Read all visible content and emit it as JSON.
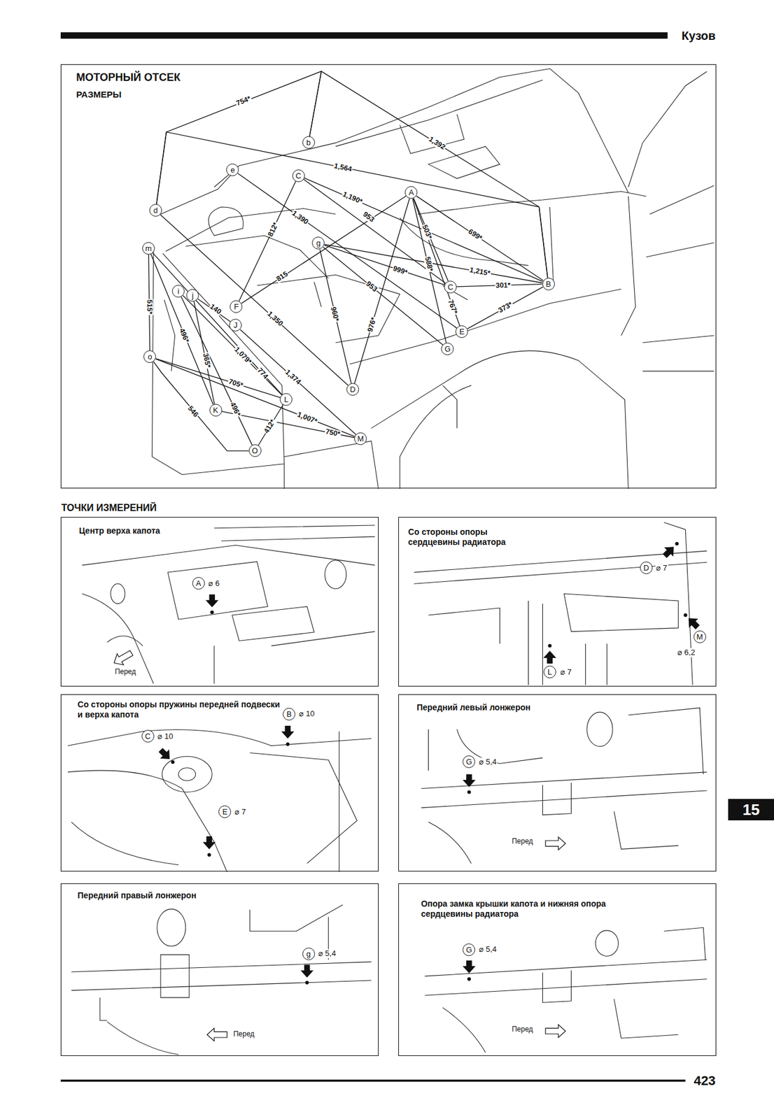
{
  "diagram": {
    "nodes": [
      {
        "text": [
          "МОТОРНЫЙ ОТСЕК",
          "РАЗМЕРЫ"
        ]
      },
      {
        "text": [
          "b"
        ],
        "in": 0
      },
      {
        "text": [
          "e"
        ],
        "in": 0
      },
      {
        "text": [
          "C"
        ],
        "in": 0
      },
      {
        "text": [
          "A"
        ],
        "in": 0
      },
      {
        "text": [
          "d"
        ],
        "in": 0
      },
      {
        "text": [
          "g"
        ],
        "in": 0
      },
      {
        "text": [
          "m"
        ],
        "in": 0
      },
      {
        "text": [
          "B"
        ],
        "in": 0
      },
      {
        "text": [
          "C"
        ],
        "in": 0
      },
      {
        "text": [
          "i"
        ],
        "in": 0
      },
      {
        "text": [
          "j"
        ],
        "in": 0
      },
      {
        "text": [
          "F"
        ],
        "in": 0
      },
      {
        "text": [
          "J"
        ],
        "in": 0
      },
      {
        "text": [
          "E"
        ],
        "in": 0
      },
      {
        "text": [
          "G"
        ],
        "in": 0
      },
      {
        "text": [
          "o"
        ],
        "in": 0
      },
      {
        "text": [
          "D"
        ],
        "in": 0
      },
      {
        "text": [
          "L"
        ],
        "in": 0
      },
      {
        "text": [
          "K"
        ],
        "in": 0
      },
      {
        "text": [
          "M"
        ],
        "in": 0
      },
      {
        "text": [
          "O"
        ],
        "in": 0
      },
      {
        "text": [
          "Центр верха капота"
        ]
      },
      {
        "text": [
          "A"
        ],
        "in": 22
      },
      {
        "text": [
          "Со стороны опоры сердцевины радиатора"
        ]
      },
      {
        "text": [
          "D"
        ],
        "in": 24
      },
      {
        "text": [
          "M"
        ],
        "in": 24
      },
      {
        "text": [
          "L"
        ],
        "in": 24
      },
      {
        "text": [
          "Со стороны опоры пружины передней подвески и верха капота"
        ]
      },
      {
        "text": [
          "B"
        ],
        "in": 28
      },
      {
        "text": [
          "C"
        ],
        "in": 28
      },
      {
        "text": [
          "E"
        ],
        "in": 28
      },
      {
        "text": [
          "Передний левый лонжерон"
        ]
      },
      {
        "text": [
          "G"
        ],
        "in": 32
      },
      {
        "text": [
          "Передний правый лонжерон"
        ]
      },
      {
        "text": [
          "g"
        ],
        "in": 34
      },
      {
        "text": [
          "Опора замка крышки капота и нижняя опора сердцевины радиатора"
        ]
      },
      {
        "text": [
          "G"
        ],
        "in": 36
      },
      {
        "text": [
          "15"
        ]
      }
    ],
    "edges": [
      {
        "from": 5,
        "to": 1,
        "arrow": "none",
        "label": "754*"
      },
      {
        "from": 1,
        "to": 8,
        "arrow": "none",
        "label": "1,392"
      },
      {
        "from": 5,
        "to": 8,
        "arrow": "none",
        "label": "1,564"
      },
      {
        "from": 3,
        "to": 8,
        "arrow": "none",
        "label": "1,190*"
      },
      {
        "from": 3,
        "to": 9,
        "arrow": "none",
        "label": "953"
      },
      {
        "from": 4,
        "to": 8,
        "arrow": "none",
        "label": "699*"
      },
      {
        "from": 3,
        "to": 12,
        "arrow": "none",
        "label": "812*"
      },
      {
        "from": 2,
        "to": 14,
        "arrow": "none",
        "label": "1,390"
      },
      {
        "from": 12,
        "to": 4,
        "arrow": "none",
        "label": "815"
      },
      {
        "from": 6,
        "to": 9,
        "arrow": "none",
        "label": "999*"
      },
      {
        "from": 6,
        "to": 8,
        "arrow": "none",
        "label": "1,215*"
      },
      {
        "from": 4,
        "to": 9,
        "arrow": "none",
        "label": "503*"
      },
      {
        "from": 6,
        "to": 15,
        "arrow": "none",
        "label": "953"
      },
      {
        "from": 4,
        "to": 15,
        "arrow": "none",
        "label": "588*"
      },
      {
        "from": 9,
        "to": 8,
        "arrow": "none",
        "label": "301*"
      },
      {
        "from": 4,
        "to": 14,
        "arrow": "none",
        "label": "767*"
      },
      {
        "from": 14,
        "to": 8,
        "arrow": "none",
        "label": "373*"
      },
      {
        "from": 6,
        "to": 17,
        "arrow": "none",
        "label": "960*"
      },
      {
        "from": 4,
        "to": 17,
        "arrow": "none",
        "label": "976*"
      },
      {
        "from": 5,
        "to": 17,
        "arrow": "none",
        "label": "1,350"
      },
      {
        "from": 7,
        "to": 16,
        "arrow": "none",
        "label": "515*"
      },
      {
        "from": 11,
        "to": 13,
        "arrow": "none",
        "label": "140"
      },
      {
        "from": 10,
        "to": 18,
        "arrow": "none",
        "label": "1,079*"
      },
      {
        "from": 13,
        "to": 20,
        "arrow": "none",
        "label": "1,374"
      },
      {
        "from": 7,
        "to": 19,
        "arrow": "none",
        "label": "496*"
      },
      {
        "from": 11,
        "to": 19,
        "arrow": "none",
        "label": "365*"
      },
      {
        "from": 7,
        "to": 18,
        "arrow": "none",
        "label": "774"
      },
      {
        "from": 16,
        "to": 18,
        "arrow": "none",
        "label": "705*"
      },
      {
        "from": 16,
        "to": 20,
        "arrow": "none",
        "label": "1,007*"
      },
      {
        "from": 10,
        "to": 21,
        "arrow": "none",
        "label": "496*"
      },
      {
        "from": 18,
        "to": 21,
        "arrow": "none",
        "label": "412*"
      },
      {
        "from": 19,
        "to": 20,
        "arrow": "none",
        "label": "750*"
      },
      {
        "from": 16,
        "to": 21,
        "arrow": "none",
        "label": "546"
      }
    ],
    "labels": [
      "Кузов",
      "ТОЧКИ ИЗМЕРЕНИЙ",
      "⌀ 6",
      "Перед",
      "⌀ 7",
      "⌀ 6,2",
      "⌀ 7",
      "⌀ 10",
      "⌀ 10",
      "⌀ 7",
      "⌀ 5,4",
      "Перед",
      "⌀ 5,4",
      "Перед",
      "⌀ 5,4",
      "Перед",
      "423"
    ]
  }
}
